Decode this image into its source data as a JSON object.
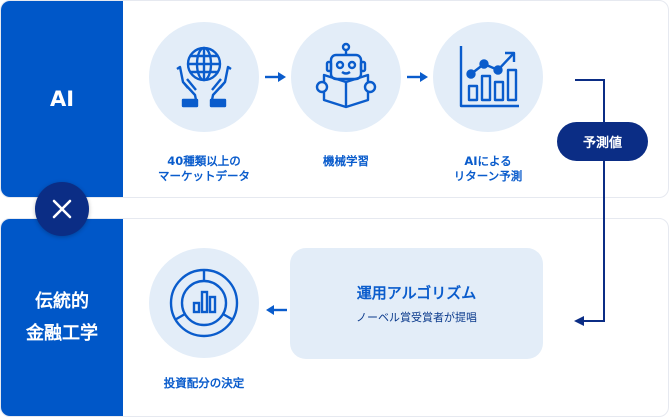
{
  "rows": {
    "ai": {
      "label": "AI"
    },
    "finance": {
      "label_line1": "伝統的",
      "label_line2": "金融工学"
    }
  },
  "combine_symbol": "×",
  "ai_flow": [
    {
      "icon": "globe-in-hands-icon",
      "label": "40種類以上の\nマーケットデータ"
    },
    {
      "icon": "robot-reading-icon",
      "label": "機械学習"
    },
    {
      "icon": "growth-chart-icon",
      "label": "AIによる\nリターン予測"
    }
  ],
  "prediction_badge": "予測値",
  "algorithm": {
    "title": "運用アルゴリズム",
    "subtitle": "ノーベル賞受賞者が提唱"
  },
  "allocation": {
    "icon": "donut-chart-icon",
    "label": "投資配分の決定"
  },
  "colors": {
    "primary": "#0057c8",
    "navy": "#0b2d85",
    "icon_blue": "#0a5ccc",
    "circle_bg": "#e3edf8"
  }
}
